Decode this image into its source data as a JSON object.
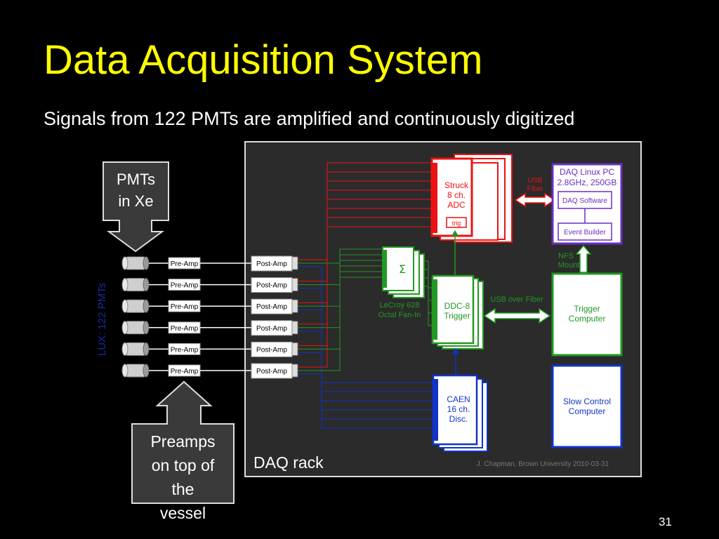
{
  "slide": {
    "title": "Data Acquisition System",
    "subtitle": "Signals from 122 PMTs are amplified and continuously digitized",
    "page_number": "31"
  },
  "callouts": {
    "pmts_line1": "PMTs",
    "pmts_line2": "in Xe",
    "preamps_line1": "Preamps",
    "preamps_line2": "on top of",
    "preamps_line3": "the",
    "preamps_line4": "vessel"
  },
  "diagram": {
    "side_label": "LUX: 122 PMTs",
    "preamp_label": "Pre-Amp",
    "postamp_label": "Post-Amp",
    "channel_count": 6,
    "rack_label": "DAQ rack",
    "credit": "J. Chapman, Brown University 2010-03-31",
    "struck": {
      "line1": "Struck",
      "line2": "8 ch.",
      "line3": "ADC",
      "trig": "trig"
    },
    "usb_small_line1": "USB",
    "usb_small_line2": "Fiber",
    "daq_pc": {
      "line1": "DAQ Linux PC",
      "line2": "2.8GHz, 250GB",
      "software": "DAQ Software",
      "event_builder": "Event Builder"
    },
    "nfs_line1": "NFS",
    "nfs_line2": "Mount",
    "sum_symbol": "Σ",
    "lecroy_line1": "LeCroy 628",
    "lecroy_line2": "Octal Fan-In",
    "ddc8_line1": "DDC-8",
    "ddc8_line2": "Trigger",
    "usb_over_fiber": "USB over Fiber",
    "trigger_computer_line1": "Trigger",
    "trigger_computer_line2": "Computer",
    "caen": {
      "line1": "CAEN",
      "line2": "16 ch.",
      "line3": "Disc."
    },
    "slow_control_line1": "Slow Control",
    "slow_control_line2": "Computer"
  },
  "colors": {
    "title": "#ffff00",
    "struck": "#ee1111",
    "daq_pc": "#6a2fc0",
    "trigger": "#229922",
    "caen": "#1133cc",
    "rack_bg": "#2b2b2b"
  }
}
